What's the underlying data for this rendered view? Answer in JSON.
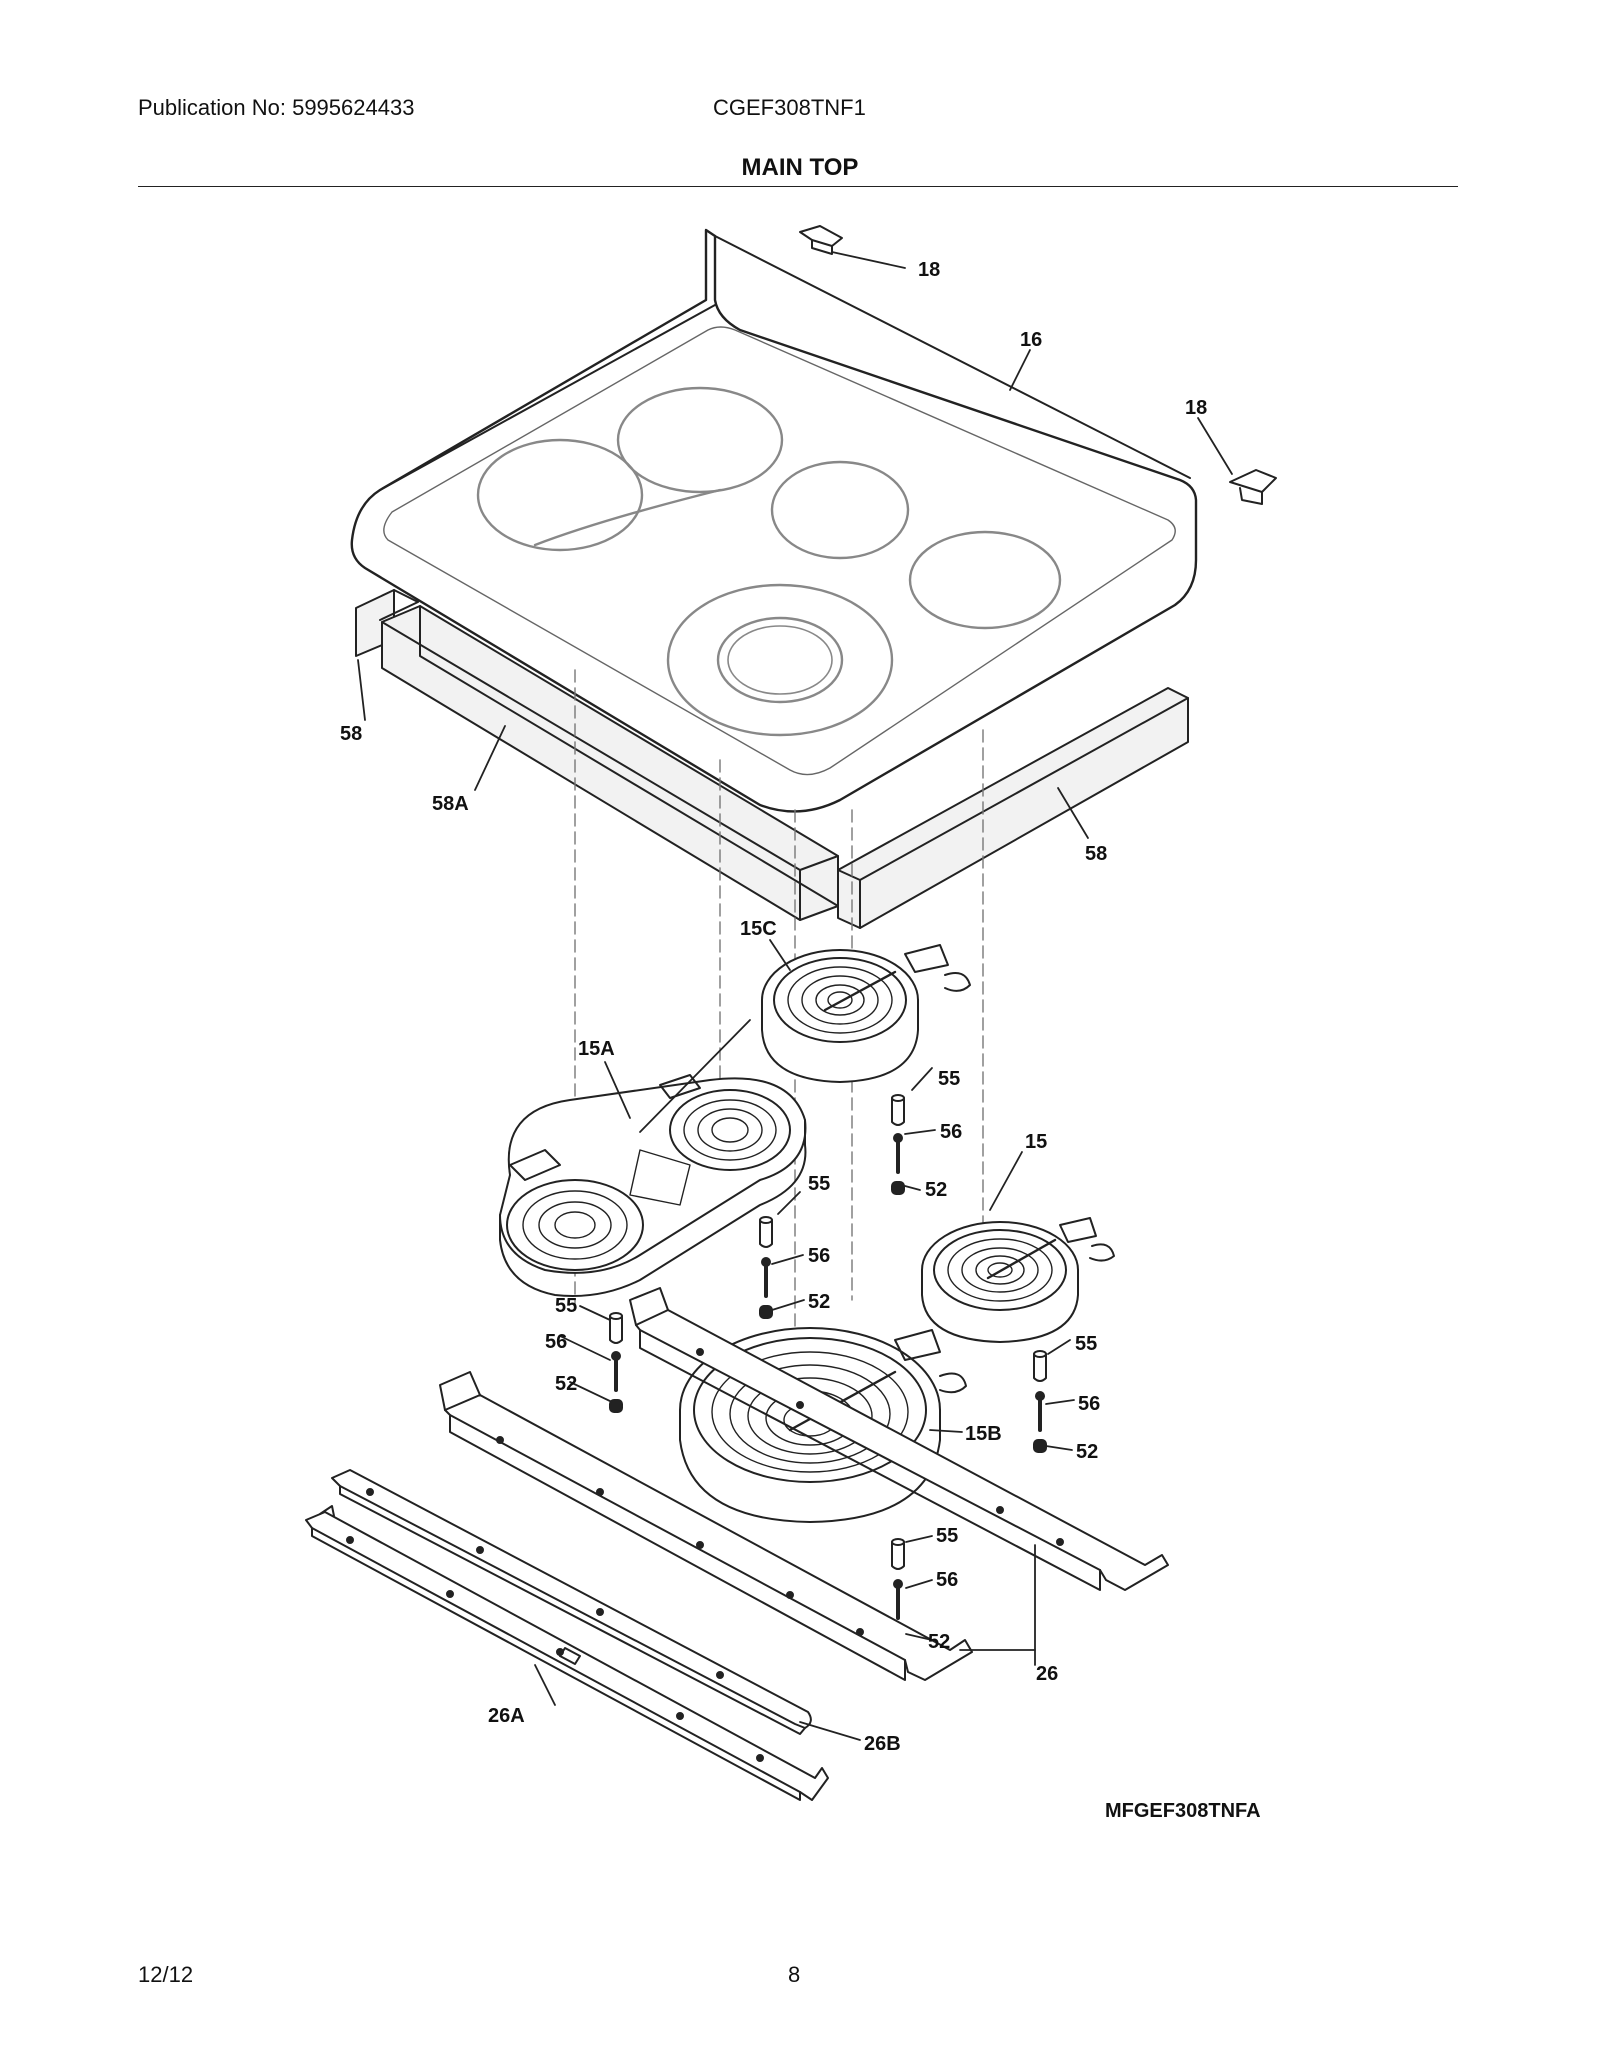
{
  "header": {
    "publication": "Publication No: 5995624433",
    "model": "CGEF308TNF1"
  },
  "title": "MAIN TOP",
  "figure_code": "MFGEF308TNFA",
  "footer": {
    "date": "12/12",
    "page": "8"
  },
  "callouts": {
    "p18a": "18",
    "p16": "16",
    "p18b": "18",
    "p58a": "58",
    "p58A": "58A",
    "p58b": "58",
    "p15C": "15C",
    "p15A": "15A",
    "p55a": "55",
    "p56a": "56",
    "p52a": "52",
    "p15": "15",
    "p55b": "55",
    "p56b": "56",
    "p52b": "52",
    "p55c": "55",
    "p56c": "56",
    "p52c": "52",
    "p55d": "55",
    "p56d": "56",
    "p52d": "52",
    "p15B": "15B",
    "p55e": "55",
    "p56e": "56",
    "p52e": "52",
    "p26": "26",
    "p26A": "26A",
    "p26B": "26B"
  }
}
